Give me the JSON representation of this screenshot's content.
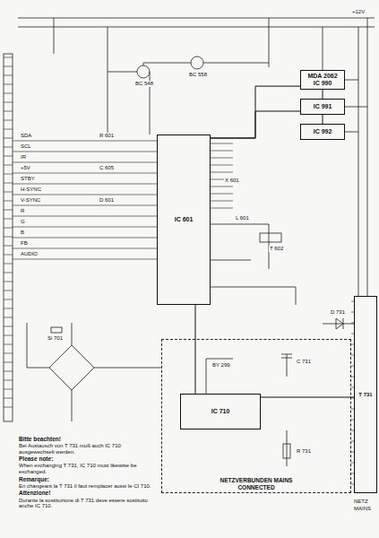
{
  "diagram": {
    "nodes": [
      {
        "text": [
          "IC 601"
        ]
      },
      {
        "text": [
          "MDA 2062",
          "IC 990"
        ]
      },
      {
        "text": [
          "IC 991"
        ]
      },
      {
        "text": [
          "IC 992"
        ]
      },
      {
        "text": [
          "NETZVERBUNDEN MAINS CONNECTED"
        ]
      },
      {
        "text": [
          "IC 710"
        ],
        "in": 4
      },
      {
        "text": [
          "T 731"
        ]
      }
    ],
    "edges": [
      {
        "from": 0,
        "to": 1,
        "arrow": "none"
      },
      {
        "from": 0,
        "to": 2,
        "arrow": "none"
      },
      {
        "from": 1,
        "to": 2,
        "arrow": "none"
      },
      {
        "from": 2,
        "to": 3,
        "arrow": "none"
      },
      {
        "from": 0,
        "to": 5,
        "arrow": "none"
      },
      {
        "from": 5,
        "to": 6,
        "arrow": "none"
      }
    ],
    "labels": [
      "BC 548",
      "BC 558",
      "SDA",
      "SCL",
      "IR",
      "+5V",
      "STBY",
      "H-SYNC",
      "V-SYNC",
      "R",
      "G",
      "B",
      "FB",
      "AUDIO",
      "R 601",
      "C 605",
      "D 601",
      "L 601",
      "T 602",
      "+12V",
      "X 601",
      "BY 299",
      "C 731",
      "R 731",
      "D 731",
      "Si 701",
      "Bitte beachten!",
      "Bei Austausch von T 731 muß auch IC 710 ausgewechselt werden.",
      "Please note:",
      "When exchanging T 731, IC 710 must likewise be exchanged.",
      "Remarque:",
      "En changeant la T 731 il faut remplacer aussi le CI 710.",
      "Attenzione!",
      "Durante la sostituzione di T 731 deve essere sostituito anche IC 710.",
      "NETZ",
      "MAINS"
    ]
  }
}
